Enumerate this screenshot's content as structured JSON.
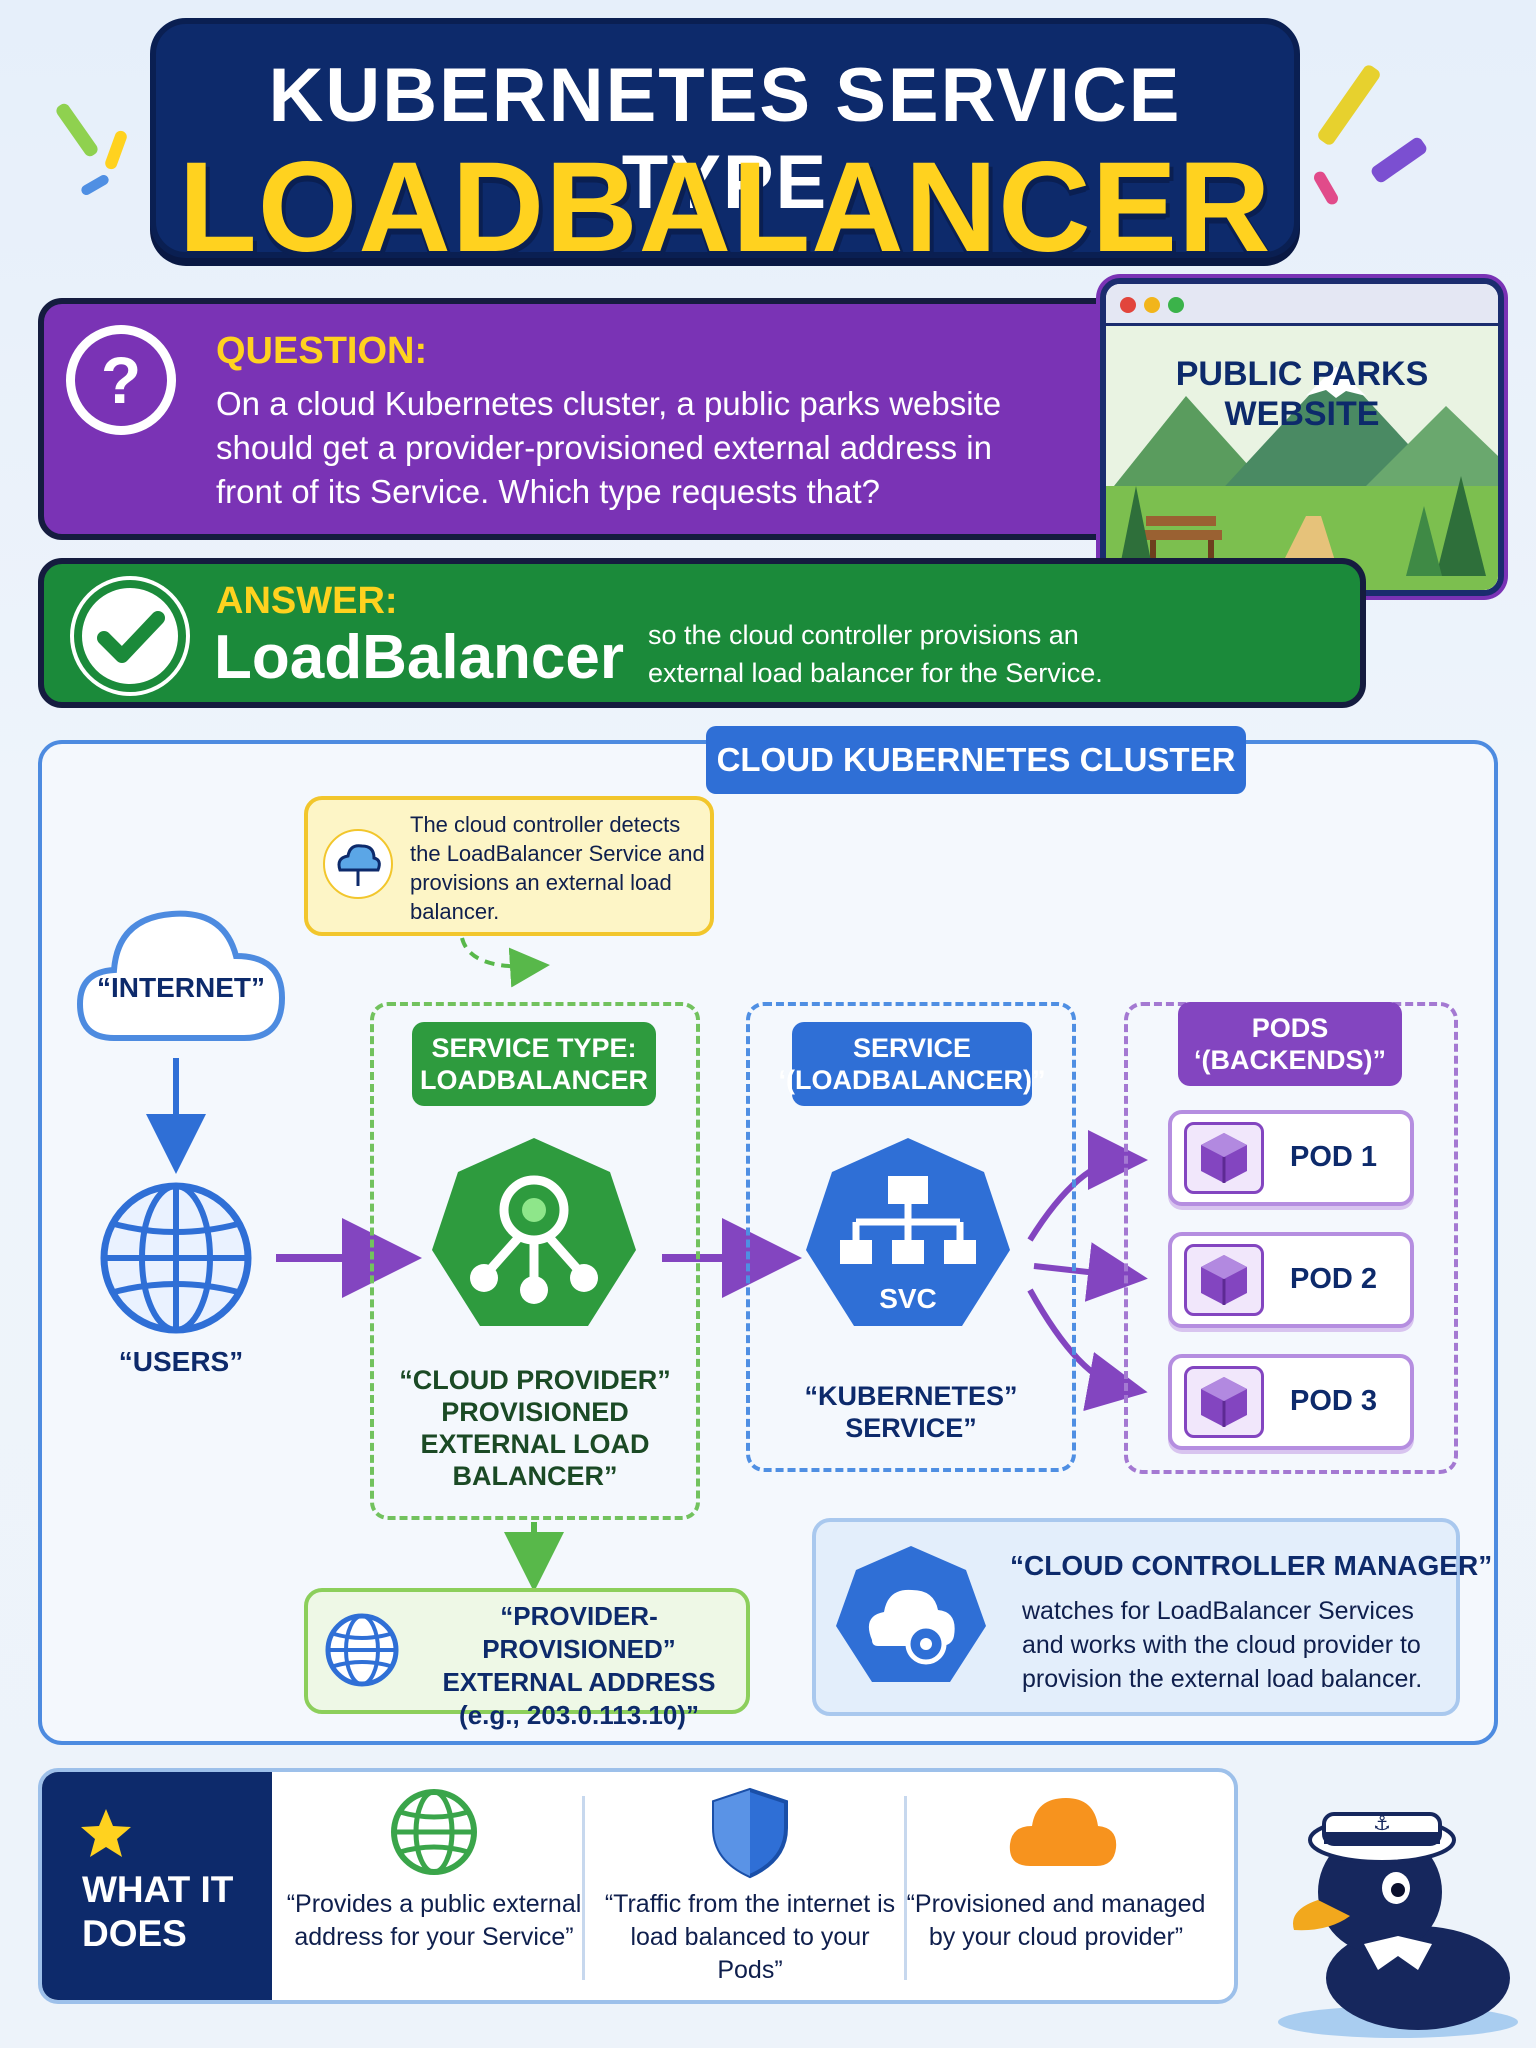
{
  "title": {
    "line1": "KUBERNETES SERVICE TYPE",
    "line2": "LOADBALANCER"
  },
  "question": {
    "label": "QUESTION:",
    "text": "On a cloud Kubernetes cluster, a public parks website should get a provider-provisioned external address in front of its Service. Which type requests that?"
  },
  "website": {
    "title_line1": "PUBLIC PARKS",
    "title_line2": "WEBSITE"
  },
  "answer": {
    "label": "ANSWER:",
    "value": "LoadBalancer",
    "explanation": "so the cloud controller provisions an external load balancer for the Service."
  },
  "cluster": {
    "tab_label": "CLOUD KUBERNETES CLUSTER",
    "controller_note": "The cloud controller detects the LoadBalancer Service and provisions an external load balancer.",
    "internet_label": "“INTERNET”",
    "users_label": "“USERS”",
    "lb_group": {
      "badge": "SERVICE TYPE: LOADBALANCER",
      "caption": "“CLOUD PROVIDER” PROVISIONED EXTERNAL LOAD BALANCER”"
    },
    "svc_group": {
      "badge": "SERVICE ‘(LOADBALANCER)”",
      "icon_text": "SVC",
      "caption": "“KUBERNETES” SERVICE”"
    },
    "pods_group": {
      "badge": "PODS ‘(BACKENDS)”",
      "pods": [
        "POD 1",
        "POD 2",
        "POD 3"
      ]
    },
    "address": {
      "line1": "“PROVIDER-PROVISIONED”",
      "line2": "EXTERNAL ADDRESS",
      "line3": "(e.g., 203.0.113.10)”"
    },
    "ccm": {
      "title": "“CLOUD CONTROLLER MANAGER”",
      "text": "watches for LoadBalancer Services and works with the cloud provider to provision the external load balancer."
    }
  },
  "what_it_does": {
    "heading": "WHAT IT DOES",
    "features": [
      {
        "icon": "globe-icon",
        "text": "“Provides a public external address for your Service”"
      },
      {
        "icon": "shield-icon",
        "text": "“Traffic from the internet is load balanced to your Pods”"
      },
      {
        "icon": "cloud-icon",
        "text": "“Provisioned and managed by your cloud provider”"
      }
    ]
  },
  "colors": {
    "navy": "#0d2a6b",
    "yellow": "#ffd21f",
    "purple": "#7a33b5",
    "green": "#1b8a3a",
    "blue": "#2f6fd6"
  }
}
